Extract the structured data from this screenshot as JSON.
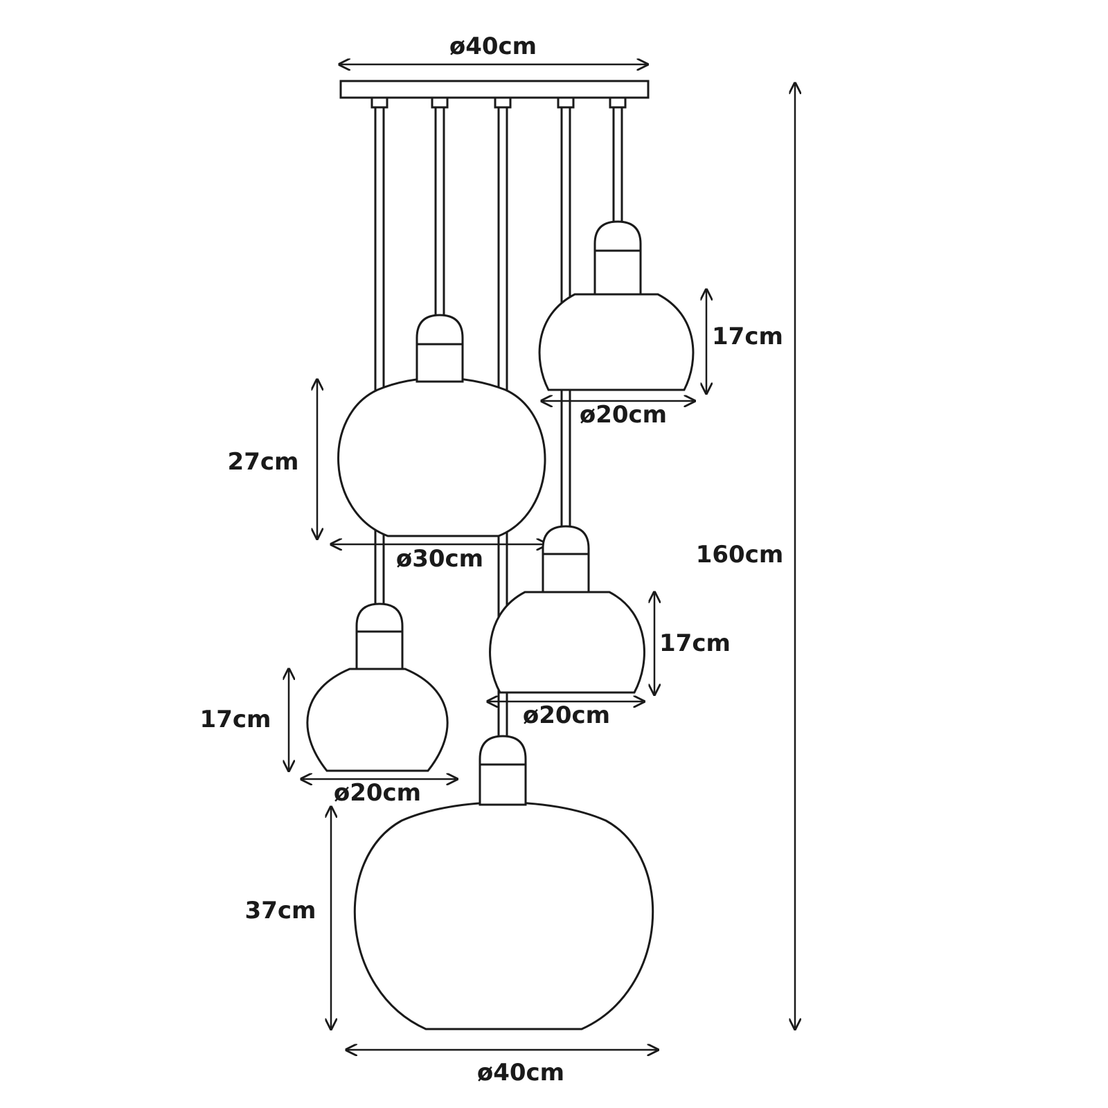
{
  "dimensions": {
    "canopy_diameter": "ø40cm",
    "overall_height": "160cm",
    "pendant_top_right": {
      "height": "17cm",
      "diameter": "ø20cm"
    },
    "pendant_middle_left": {
      "height": "27cm",
      "diameter": "ø30cm"
    },
    "pendant_middle_right": {
      "height": "17cm",
      "diameter": "ø20cm"
    },
    "pendant_lower_left": {
      "height": "17cm",
      "diameter": "ø20cm"
    },
    "pendant_bottom": {
      "height": "37cm",
      "diameter": "ø40cm"
    }
  }
}
